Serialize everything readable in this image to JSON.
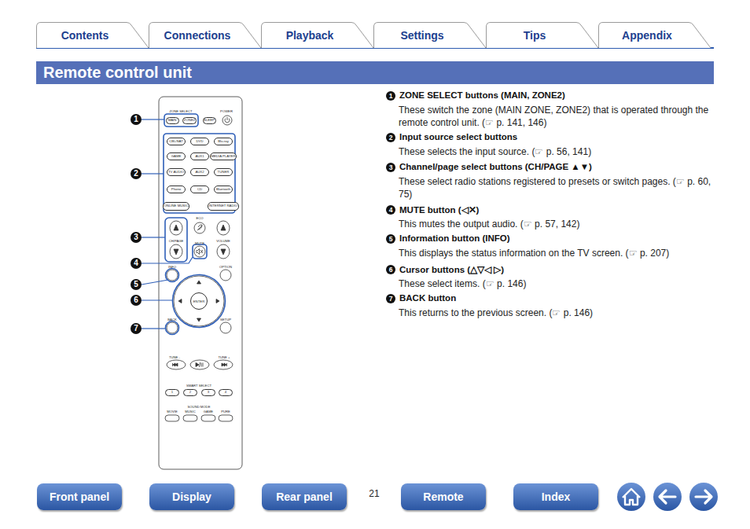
{
  "diagram": {
    "title": "Remote control unit",
    "nodes": [
      {
        "text": [
          "Contents"
        ]
      },
      {
        "text": [
          "Connections"
        ]
      },
      {
        "text": [
          "Playback"
        ]
      },
      {
        "text": [
          "Settings"
        ]
      },
      {
        "text": [
          "Tips"
        ]
      },
      {
        "text": [
          "Appendix"
        ]
      },
      {
        "text": [
          "MAIN"
        ]
      },
      {
        "text": [
          "ZONE2"
        ]
      },
      {
        "text": [
          "SLEEP"
        ]
      },
      {
        "text": [
          "CBL/SAT"
        ]
      },
      {
        "text": [
          "DVD"
        ]
      },
      {
        "text": [
          "Blu-ray"
        ]
      },
      {
        "text": [
          "GAME"
        ]
      },
      {
        "text": [
          "AUX1"
        ]
      },
      {
        "text": [
          "MEDIA PLAYER"
        ]
      },
      {
        "text": [
          "TV AUDIO"
        ]
      },
      {
        "text": [
          "AUX2"
        ]
      },
      {
        "text": [
          "TUNER"
        ]
      },
      {
        "text": [
          "Phono"
        ]
      },
      {
        "text": [
          "CD"
        ]
      },
      {
        "text": [
          "Bluetooth"
        ]
      },
      {
        "text": [
          "ONLINE MUSIC"
        ]
      },
      {
        "text": [
          "INTERNET RADIO"
        ]
      },
      {
        "text": [
          "ENTER"
        ]
      },
      {
        "text": [
          "1"
        ]
      },
      {
        "text": [
          "2"
        ]
      },
      {
        "text": [
          "3"
        ]
      },
      {
        "text": [
          "4"
        ]
      },
      {
        "text": [
          "Front panel"
        ]
      },
      {
        "text": [
          "Display"
        ]
      },
      {
        "text": [
          "Rear panel"
        ]
      },
      {
        "text": [
          "Remote"
        ]
      },
      {
        "text": [
          "Index"
        ]
      }
    ],
    "labels": [
      "ZONE SELECT",
      "POWER",
      "ECO",
      "CH/PAGE",
      "MUTE",
      "VOLUME",
      "INFO",
      "OPTION",
      "BACK",
      "SETUP",
      "TUNE -",
      "TUNE +",
      "SMART SELECT",
      "SOUND MODE",
      "MOVIE",
      "MUSIC",
      "GAME",
      "PURE",
      "1",
      "2",
      "3",
      "4",
      "5",
      "6",
      "7",
      "1",
      "ZONE SELECT buttons (MAIN, ZONE2)",
      "These switch the zone (MAIN ZONE, ZONE2) that is operated through the remote control unit. (☞ p. 141, 146)",
      "2",
      "Input source select buttons",
      "These selects the input source. (☞ p. 56, 141)",
      "3",
      "Channel/page select buttons (CH/PAGE ▲▼)",
      "These select radio stations registered to presets or switch pages. (☞ p. 60, 75)",
      "4",
      "MUTE button (◁✕)",
      "This mutes the output audio. (☞ p. 57, 142)",
      "5",
      "Information button (INFO)",
      "This displays the status information on the TV screen. (☞ p. 207)",
      "6",
      "Cursor buttons (△▽◁ ▷)",
      "These select items. (☞ p. 146)",
      "7",
      "BACK button",
      "This returns to the previous screen. (☞ p. 146)",
      "21"
    ]
  }
}
